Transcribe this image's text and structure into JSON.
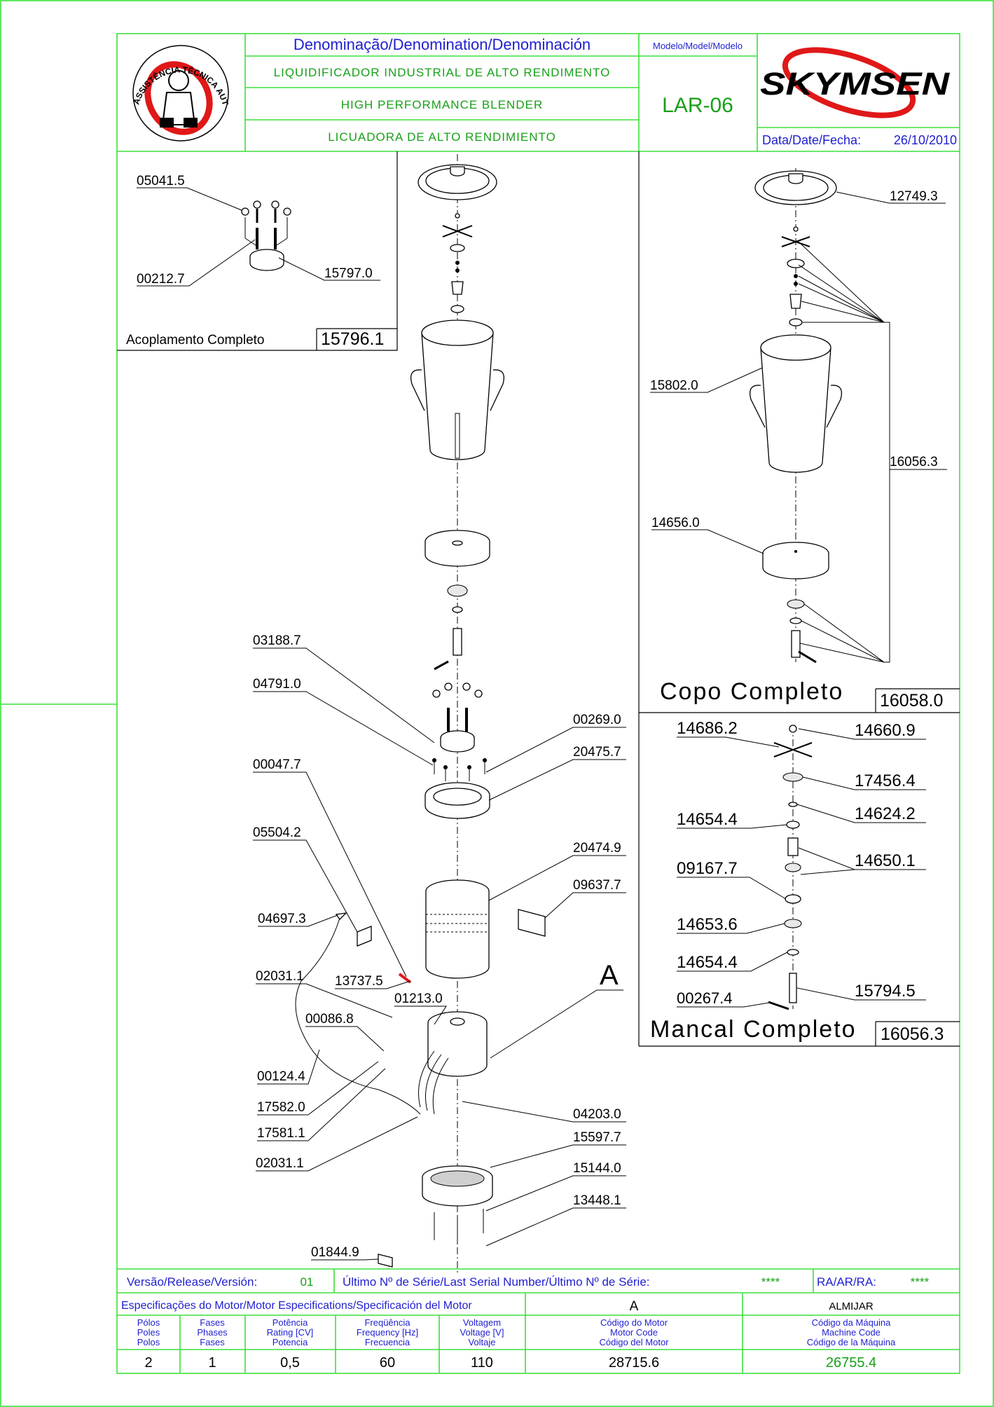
{
  "header": {
    "denomination_title": "Denominação/Denomination/Denominación",
    "name_pt": "LIQUIDIFICADOR INDUSTRIAL DE ALTO RENDIMENTO",
    "name_en": "HIGH PERFORMANCE BLENDER",
    "name_es": "LICUADORA DE ALTO RENDIMIENTO",
    "model_title": "Modelo/Model/Modelo",
    "model": "LAR-06",
    "date_label": "Data/Date/Fecha:",
    "date": "26/10/2010",
    "brand": "SKYMSEN",
    "badge_text": "ASSISTÊNCIA TÉCNICA AUTORIZADA"
  },
  "main_parts": {
    "p03188": "03188.7",
    "p04791": "04791.0",
    "p00269": "00269.0",
    "p20475": "20475.7",
    "p00047": "00047.7",
    "p05504": "05504.2",
    "p20474": "20474.9",
    "p09637": "09637.7",
    "p04697": "04697.3",
    "p02031a": "02031.1",
    "p13737": "13737.5",
    "p01213": "01213.0",
    "p00086": "00086.8",
    "p00124": "00124.4",
    "p17582": "17582.0",
    "p17581": "17581.1",
    "p02031b": "02031.1",
    "p04203": "04203.0",
    "p15597": "15597.7",
    "p15144": "15144.0",
    "p13448": "13448.1",
    "p01844": "01844.9",
    "detail_A": "A"
  },
  "coupling": {
    "title": "Acoplamento Completo",
    "code": "15796.1",
    "p05041": "05041.5",
    "p00212": "00212.7",
    "p15797": "15797.0"
  },
  "cup": {
    "title": "Copo Completo",
    "code": "16058.0",
    "p12749": "12749.3",
    "p15802": "15802.0",
    "p16056": "16056.3",
    "p14656": "14656.0"
  },
  "bearing": {
    "title": "Mancal Completo",
    "code": "16056.3",
    "p14686": "14686.2",
    "p14660": "14660.9",
    "p17456": "17456.4",
    "p14654a": "14654.4",
    "p14624": "14624.2",
    "p09167": "09167.7",
    "p14650": "14650.1",
    "p14653": "14653.6",
    "p14654b": "14654.4",
    "p00267": "00267.4",
    "p15794": "15794.5"
  },
  "footer": {
    "version_label": "Versão/Release/Versión:",
    "version": "01",
    "serial_label": "Último Nº de Série/Last Serial Number/Último Nº de Série:",
    "serial": "****",
    "ra_label": "RA/AR/RA:",
    "ra": "****",
    "motor_spec_label": "Especificações do Motor/Motor Especifications/Specificación del Motor",
    "motor_ref": "A",
    "maker": "ALMIJAR",
    "col_poles": [
      "Pólos",
      "Poles",
      "Polos"
    ],
    "col_phases": [
      "Fases",
      "Phases",
      "Fases"
    ],
    "col_power": [
      "Potência",
      "Rating [CV]",
      "Potencia"
    ],
    "col_freq": [
      "Freqüência",
      "Frequency [Hz]",
      "Frecuencia"
    ],
    "col_volt": [
      "Voltagem",
      "Voltage [V]",
      "Voltaje"
    ],
    "col_motor_code": [
      "Código do Motor",
      "Motor Code",
      "Código del Motor"
    ],
    "col_machine_code": [
      "Código da Máquina",
      "Machine Code",
      "Código de la Máquina"
    ],
    "poles": "2",
    "phases": "1",
    "power": "0,5",
    "frequency": "60",
    "voltage": "110",
    "motor_code": "28715.6",
    "machine_code": "26755.4"
  }
}
